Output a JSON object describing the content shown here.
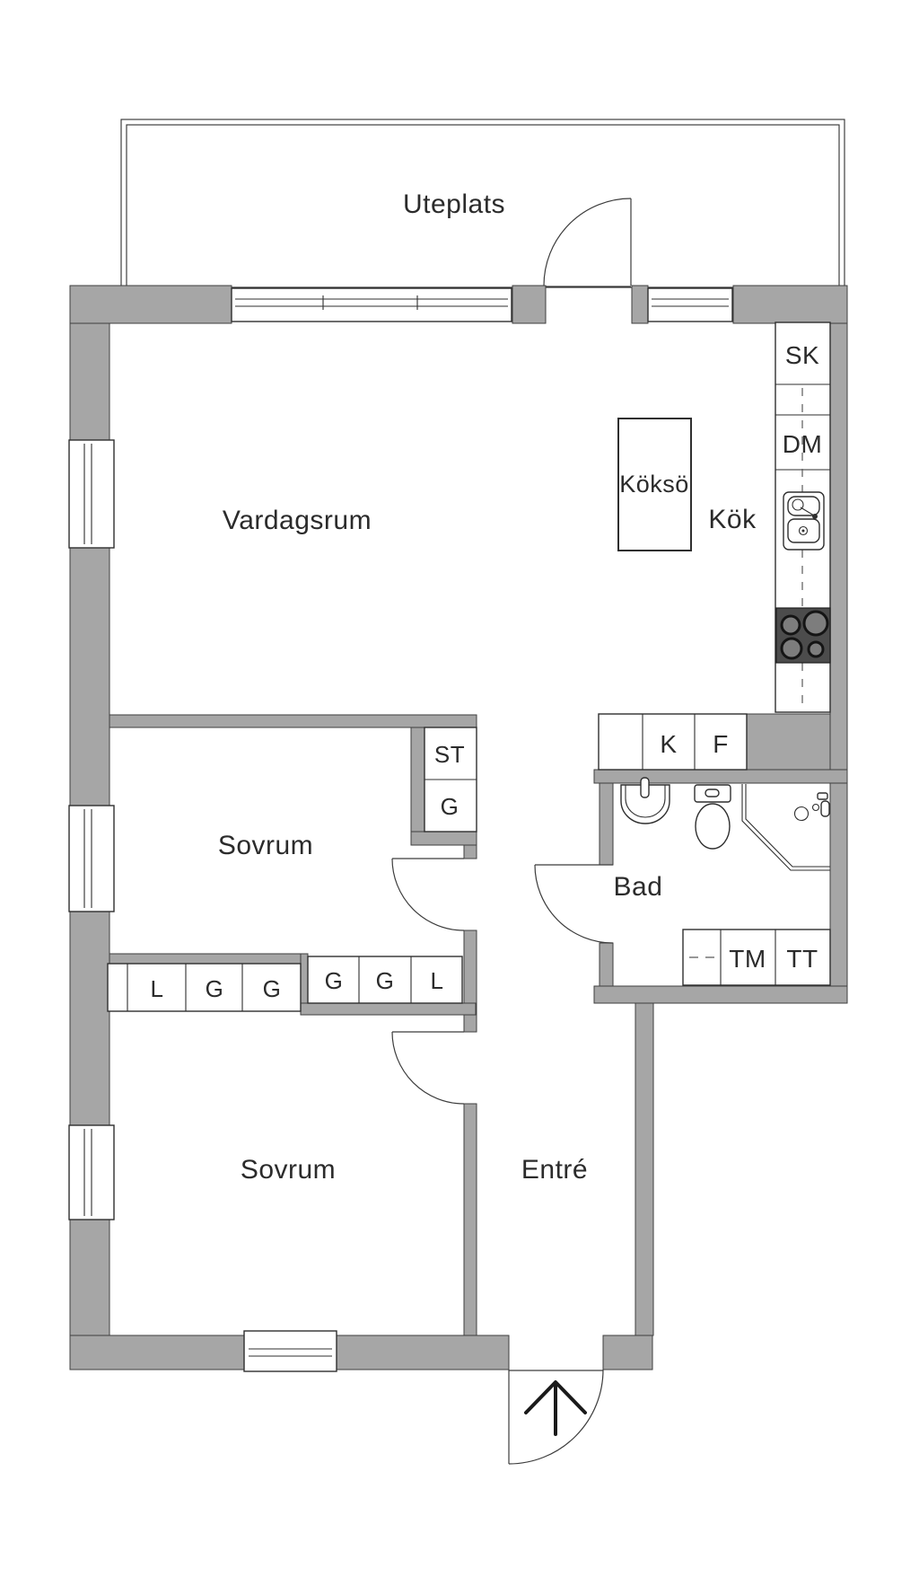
{
  "rooms": {
    "uteplats": "Uteplats",
    "vardagsrum": "Vardagsrum",
    "kok": "Kök",
    "sovrum_upper": "Sovrum",
    "sovrum_lower": "Sovrum",
    "bad": "Bad",
    "entre": "Entré"
  },
  "fixtures": {
    "kokso": "Köksö",
    "sk": "SK",
    "dm": "DM",
    "k": "K",
    "f": "F",
    "st": "ST",
    "g": "G",
    "tm": "TM",
    "tt": "TT"
  },
  "wardrobes": {
    "left": [
      "L",
      "G",
      "G"
    ],
    "right": [
      "G",
      "G",
      "L"
    ]
  },
  "colors": {
    "wall": "#a6a6a6",
    "line": "#2f2f2f",
    "text": "#2b2b2b",
    "stove_body": "#4c4c4c",
    "burner": "#7d7d7d",
    "background": "#ffffff"
  }
}
